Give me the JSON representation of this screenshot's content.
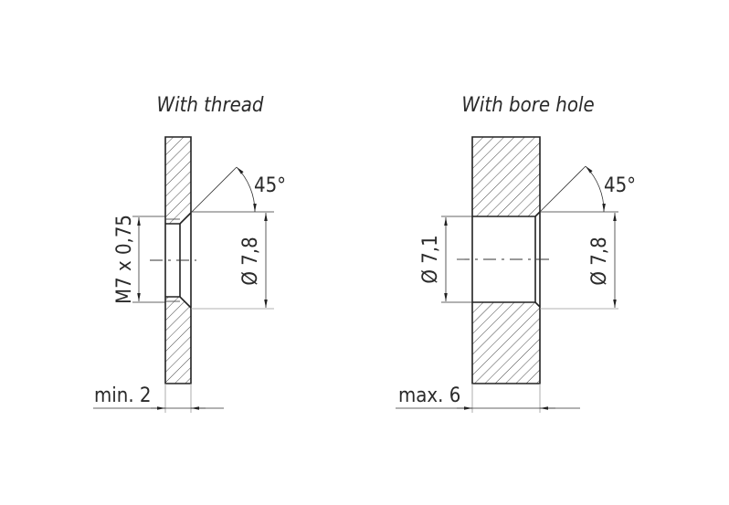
{
  "views": [
    {
      "id": "with-thread",
      "title": "With thread",
      "angle_label": "45°",
      "thread_label": "M7 x 0,75",
      "chamfer_diameter_label": "Ø 7,8",
      "thickness_label": "min. 2"
    },
    {
      "id": "with-bore-hole",
      "title": "With bore hole",
      "angle_label": "45°",
      "bore_diameter_label": "Ø 7,1",
      "chamfer_diameter_label": "Ø 7,8",
      "thickness_label": "max. 6"
    }
  ],
  "colors": {
    "line": "#222222",
    "extension_line": "#999999",
    "background": "#ffffff"
  }
}
